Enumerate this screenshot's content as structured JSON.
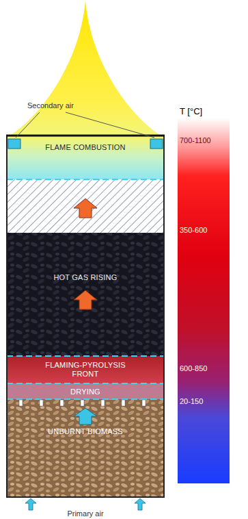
{
  "diagram": {
    "nodes": [
      {
        "text": [
          "FLAME COMBUSTION"
        ]
      },
      {
        "text": [
          "HOT GAS RISING"
        ]
      },
      {
        "text": [
          "FLAMING-PYROLYSIS FRONT"
        ]
      },
      {
        "text": [
          "DRYING"
        ]
      },
      {
        "text": [
          "UNBURNT BIOMASS"
        ]
      }
    ],
    "labels": [
      "Secondary air",
      "T [°C]",
      "700-1100",
      "350-600",
      "600-850",
      "20-150",
      "Primary air"
    ]
  }
}
